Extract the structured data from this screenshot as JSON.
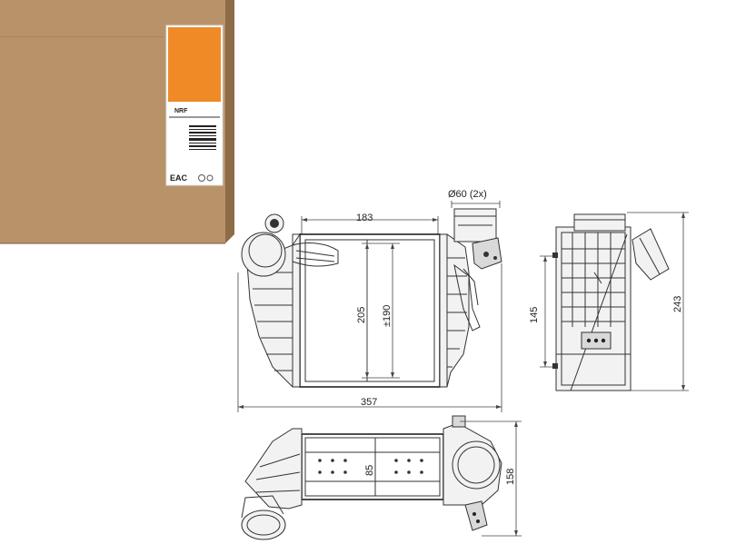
{
  "colors": {
    "box": "#b8936a",
    "box_dark": "#8d6c47",
    "box_top": "#cba57c",
    "label_orange": "#ef8a26",
    "line": "#333333"
  },
  "package": {
    "brand": "NRF",
    "marks": "EAC"
  },
  "front_view": {
    "dim_width_top": "183",
    "dim_core_height": "205",
    "dim_core_inner": "±190",
    "dim_overall_width": "357",
    "dim_pipe": "Ø60 (2x)"
  },
  "side_view": {
    "dim_height": "243",
    "dim_mount": "145"
  },
  "bottom_view": {
    "dim_depth": "158",
    "dim_core_depth": "85"
  }
}
